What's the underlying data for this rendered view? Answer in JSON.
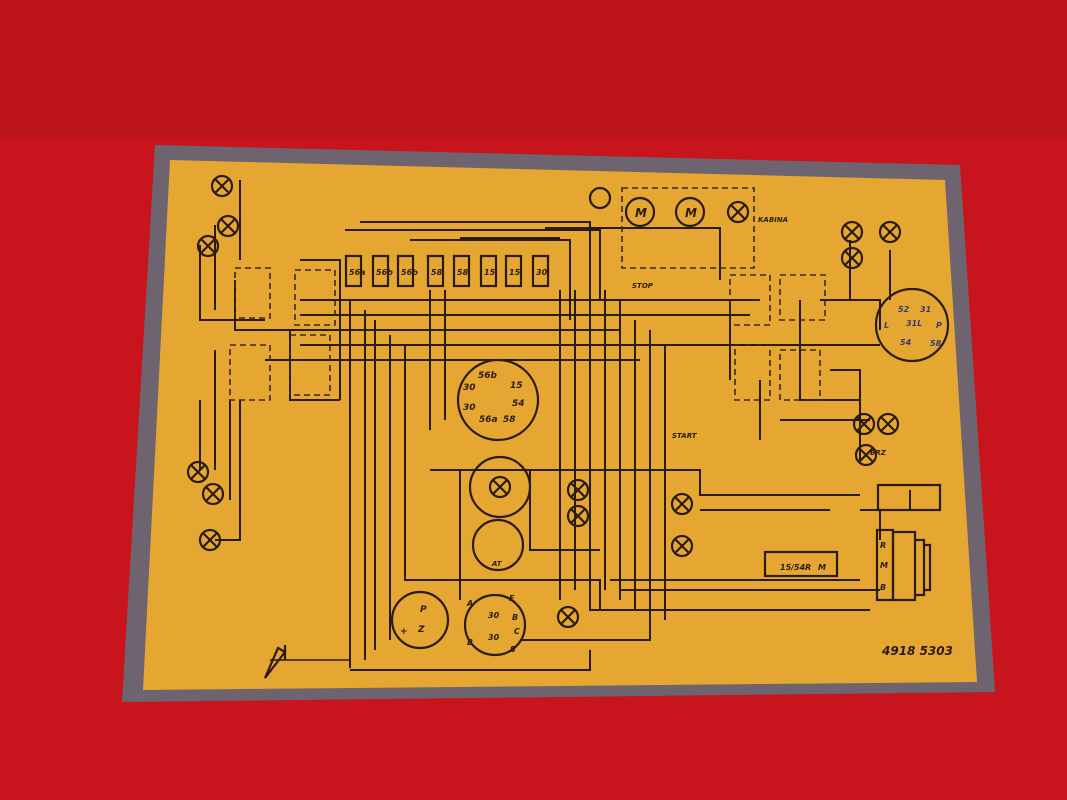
{
  "colors": {
    "background_paint": "#c8141c",
    "plate_frame": "#6e6470",
    "plate_face": "#e6a632",
    "ink": "#2a1c14"
  },
  "diagram": {
    "fuses": [
      "56a",
      "56b",
      "56b",
      "58",
      "58",
      "15",
      "15",
      "30"
    ],
    "labels": {
      "cabin": "KABINA",
      "stop": "STOP",
      "start": "START",
      "brake": "BRZ",
      "temp_gauge": "AT",
      "part_number": "4918 5303"
    },
    "motor_label": "M",
    "ignition_switch": {
      "terminals": [
        "56b",
        "15",
        "54",
        "58",
        "56a",
        "30",
        "30"
      ]
    },
    "trailer_socket": {
      "terminals": [
        "31",
        "L",
        "31L",
        "P",
        "58",
        "54",
        "52"
      ]
    },
    "light_switch": {
      "terminals": [
        "P",
        "Z",
        "+"
      ]
    },
    "combination_switch": {
      "terminals": [
        "A",
        "B",
        "30",
        "30",
        "E",
        "B",
        "C",
        "S"
      ]
    },
    "regulator": {
      "terminals": [
        "15/54",
        "R",
        "M"
      ]
    },
    "generator": {
      "terminals": [
        "R",
        "M",
        "B"
      ]
    }
  }
}
